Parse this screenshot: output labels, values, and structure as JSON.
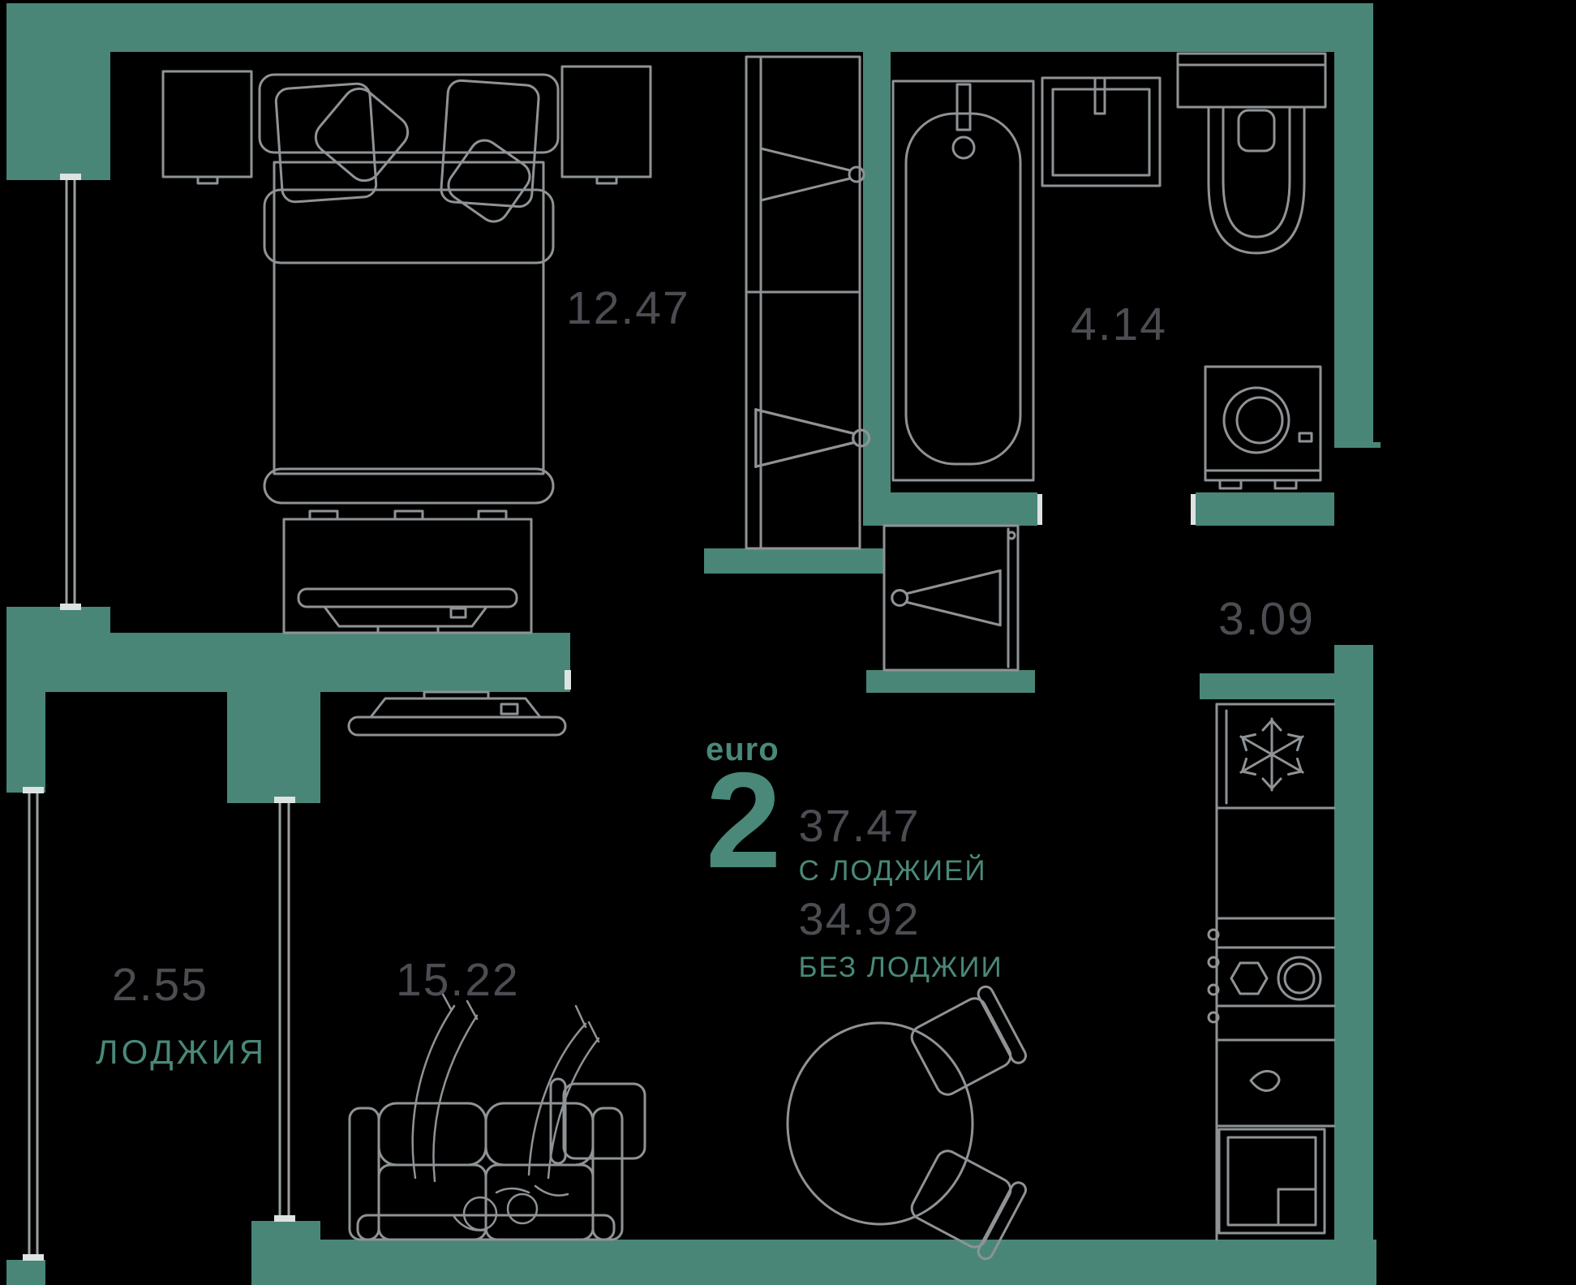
{
  "plan": {
    "background_color": "#000000",
    "wall_color": "#498678",
    "furniture_line_color": "#8F9396",
    "window_line_color": "#9AA09F",
    "area_number_color": "#4B4D52",
    "accent_text_color": "#4A8879",
    "unit": {
      "type_label": "euro",
      "rooms_count": "2",
      "area_with_loggia": "37.47",
      "with_loggia_caption": "С ЛОДЖИЕЙ",
      "area_without_loggia": "34.92",
      "without_loggia_caption": "БЕЗ ЛОДЖИИ"
    },
    "rooms": {
      "bedroom": {
        "area": "12.47"
      },
      "bathroom": {
        "area": "4.14"
      },
      "hallway": {
        "area": "3.09"
      },
      "living_room": {
        "area": "15.22"
      },
      "loggia": {
        "area": "2.55",
        "name": "ЛОДЖИЯ"
      }
    },
    "icons": [
      "bed-icon",
      "nightstand-icon",
      "tv-dresser-icon",
      "tv-icon",
      "wardrobe-icon",
      "hanger-icon",
      "bathtub-icon",
      "bathroom-sink-icon",
      "toilet-icon",
      "washing-machine-icon",
      "fridge-icon",
      "snowflake-icon",
      "stove-icon",
      "kitchen-sink-icon",
      "kitchen-cabinet-icon",
      "sofa-icon",
      "people-on-sofa-icon",
      "dining-table-icon",
      "chair-icon",
      "window"
    ]
  }
}
